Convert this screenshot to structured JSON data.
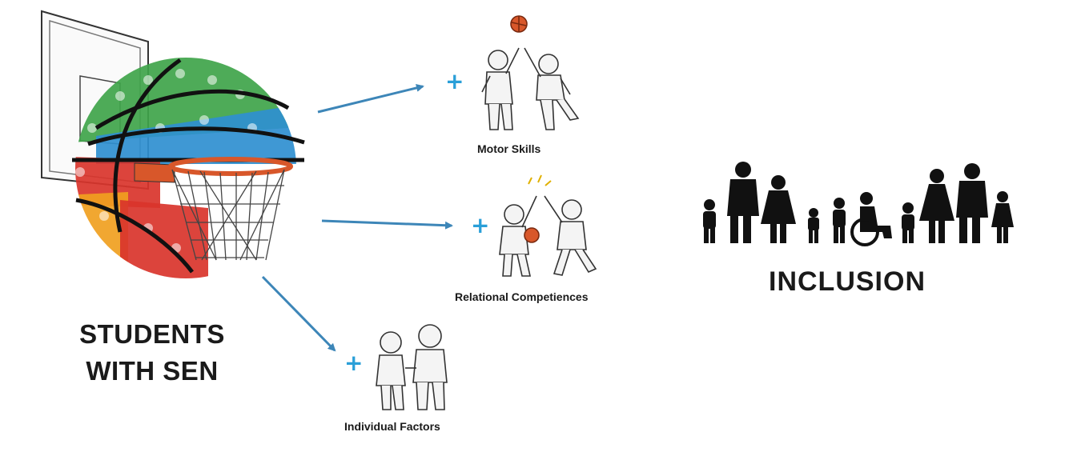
{
  "left_title": {
    "line1": "STUDENTS",
    "line2": "WITH SEN"
  },
  "branches": [
    {
      "label": "Motor Skills",
      "plus": "+"
    },
    {
      "label": "Relational Competiences",
      "plus": "+"
    },
    {
      "label": "Individual Factors",
      "plus": "+"
    }
  ],
  "inclusion_label": "INCLUSION",
  "colors": {
    "arrow": "#3d86b8",
    "plus": "#2a9fd8",
    "green": "#3fa44a",
    "blue": "#2f8fd0",
    "red": "#d9342b",
    "orange": "#f0a020",
    "rim": "#d8572a",
    "silhouette": "#111111"
  }
}
